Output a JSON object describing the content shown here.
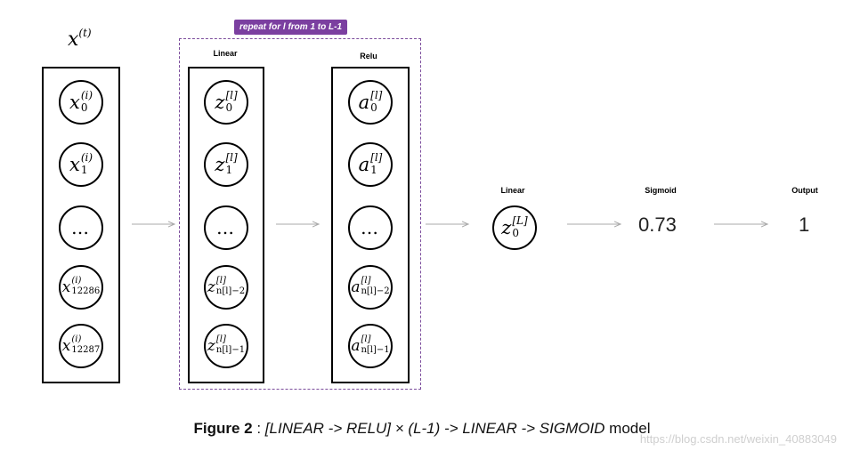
{
  "input_label": {
    "base": "x",
    "sup": "(t)"
  },
  "badge": "repeat for l from 1 to L-1",
  "labels": {
    "linear": "Linear",
    "relu": "Relu",
    "linear_out": "Linear",
    "sigmoid": "Sigmoid",
    "output": "Output"
  },
  "input_nodes": [
    {
      "base": "x",
      "sup": "(i)",
      "sub": "0"
    },
    {
      "base": "x",
      "sup": "(i)",
      "sub": "1"
    },
    {
      "dots": "…"
    },
    {
      "base": "x",
      "sup": "(i)",
      "sub": "12286"
    },
    {
      "base": "x",
      "sup": "(i)",
      "sub": "12287"
    }
  ],
  "linear_nodes": [
    {
      "base": "z",
      "sup": "[l]",
      "sub": "0"
    },
    {
      "base": "z",
      "sup": "[l]",
      "sub": "1"
    },
    {
      "dots": "…"
    },
    {
      "base": "z",
      "sup": "[l]",
      "sub": "n[l]−2"
    },
    {
      "base": "z",
      "sup": "[l]",
      "sub": "n[l]−1"
    }
  ],
  "relu_nodes": [
    {
      "base": "a",
      "sup": "[l]",
      "sub": "0"
    },
    {
      "base": "a",
      "sup": "[l]",
      "sub": "1"
    },
    {
      "dots": "…"
    },
    {
      "base": "a",
      "sup": "[l]",
      "sub": "n[l]−2"
    },
    {
      "base": "a",
      "sup": "[l]",
      "sub": "n[l]−1"
    }
  ],
  "output_node": {
    "base": "z",
    "sup": "[L]",
    "sub": "0"
  },
  "sigmoid_value": "0.73",
  "output_value": "1",
  "caption": {
    "figure": "Figure 2",
    "sep": " : ",
    "formula": "[LINEAR -> RELU] × (L-1) -> LINEAR -> SIGMOID",
    "suffix": " model"
  },
  "watermark": "https://blog.csdn.net/weixin_40883049",
  "colors": {
    "badge": "#7b3fa0",
    "dashed_border": "#7b4c9c",
    "arrow": "#aaaaaa"
  }
}
